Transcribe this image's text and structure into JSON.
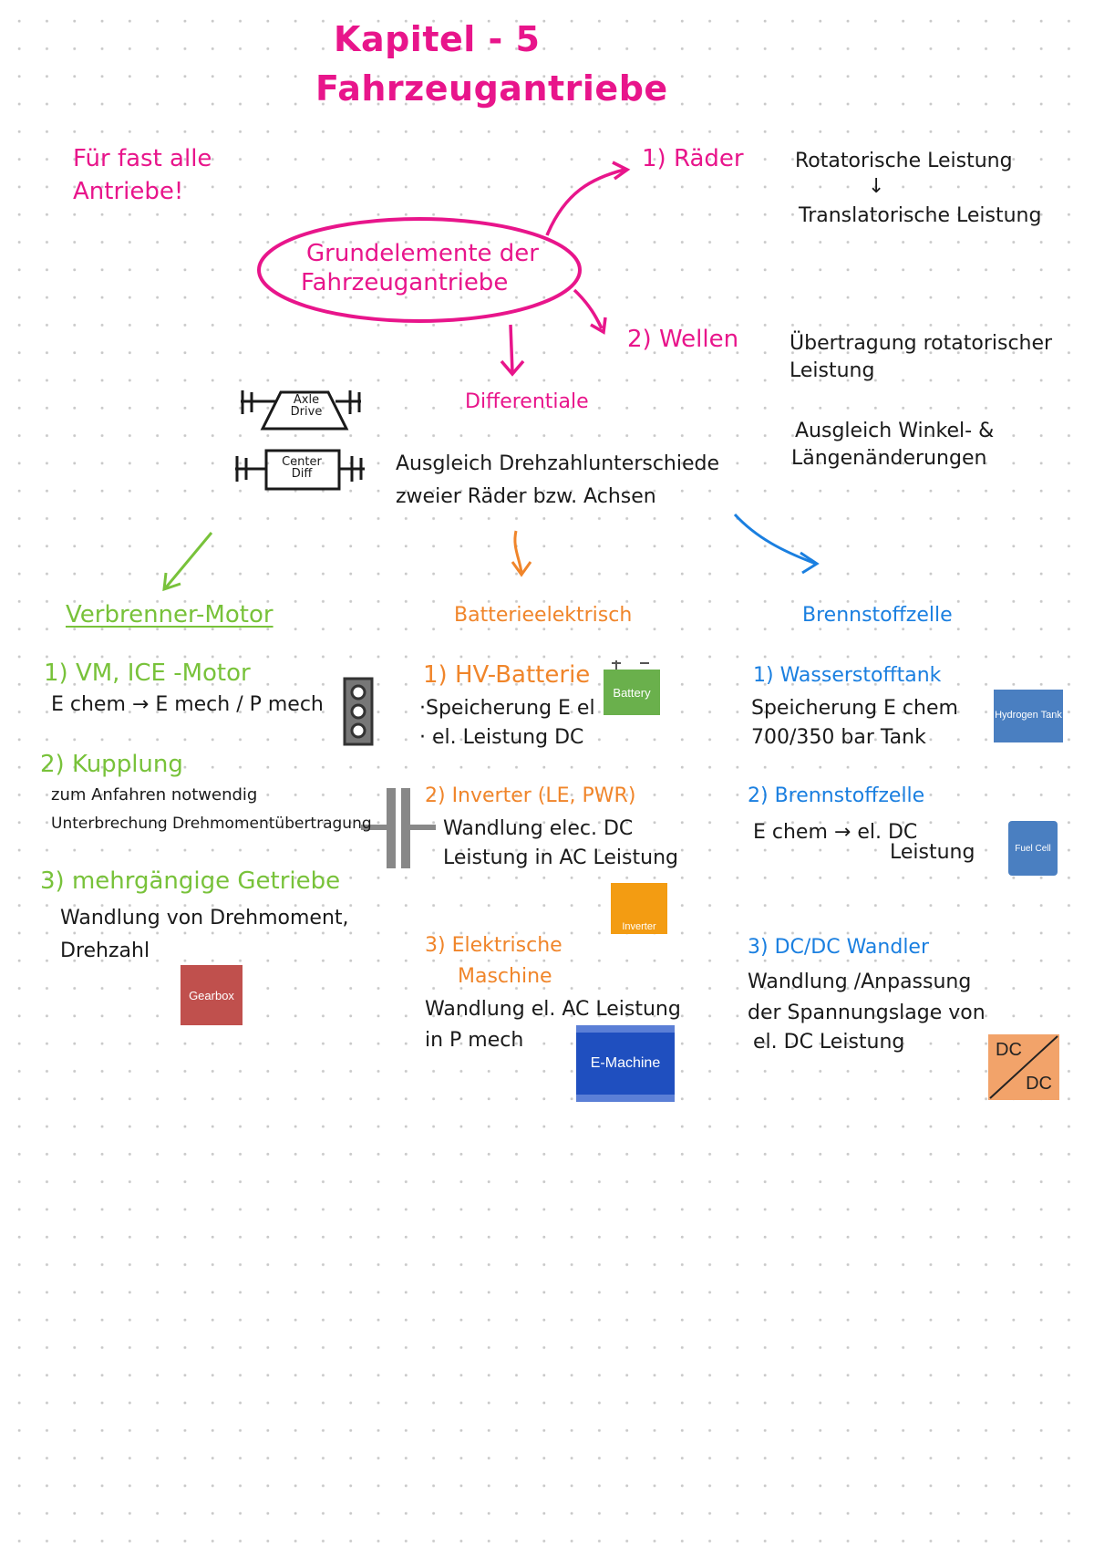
{
  "title": {
    "line1": "Kapitel - 5",
    "line2": "Fahrzeugantriebe"
  },
  "note": {
    "line1": "Für fast alle",
    "line2": "Antriebe!"
  },
  "center": {
    "line1": "Grundelemente der",
    "line2": "Fahrzeugantriebe"
  },
  "raeder": {
    "label": "1) Räder",
    "desc1": "Rotatorische Leistung",
    "arrow": "↓",
    "desc2": "Translatorische Leistung"
  },
  "wellen": {
    "label": "2) Wellen",
    "desc1": "Übertragung rotatorischer",
    "desc2": "Leistung",
    "desc3": "Ausgleich Winkel- &",
    "desc4": "Längenänderungen"
  },
  "differential": {
    "label": "Differentiale",
    "desc1": "Ausgleich Drehzahlunterschiede",
    "desc2": "zweier Räder bzw. Achsen",
    "axle_drive": "Axle Drive",
    "center_diff": "Center Diff"
  },
  "columns": {
    "ice": {
      "heading": "Verbrenner-Motor",
      "item1_title": "1) VM, ICE -Motor",
      "item1_desc": "E chem → E mech / P mech",
      "item2_title": "2) Kupplung",
      "item2_desc1": "zum Anfahren notwendig",
      "item2_desc2": "Unterbrechung Drehmomentübertragung",
      "item3_title": "3) mehrgängige Getriebe",
      "item3_desc1": "Wandlung von Drehmoment,",
      "item3_desc2": "Drehzahl",
      "gearbox_label": "Gearbox"
    },
    "bev": {
      "heading": "Batterieelektrisch",
      "item1_title": "1) HV-Batterie",
      "item1_desc1": "·Speicherung E el",
      "item1_desc2": "· el. Leistung DC",
      "item2_title": "2) Inverter (LE, PWR)",
      "item2_desc1": "Wandlung elec. DC",
      "item2_desc2": "Leistung in AC Leistung",
      "item3_title1": "3) Elektrische",
      "item3_title2": "Maschine",
      "item3_desc1": "Wandlung el. AC Leistung",
      "item3_desc2": "in P mech",
      "battery_label": "Battery",
      "inverter_label": "Inverter",
      "emachine_label": "E-Machine"
    },
    "fc": {
      "heading": "Brennstoffzelle",
      "item1_title": "1) Wasserstofftank",
      "item1_desc1": "Speicherung E chem",
      "item1_desc2": "700/350 bar Tank",
      "item2_title": "2) Brennstoffzelle",
      "item2_desc1": "E chem → el. DC",
      "item2_desc2": "Leistung",
      "item3_title": "3) DC/DC Wandler",
      "item3_desc1": "Wandlung /Anpassung",
      "item3_desc2": "der Spannungslage von",
      "item3_desc3": "el. DC Leistung",
      "tank_label": "Hydrogen Tank",
      "fuelcell_label": "Fuel Cell",
      "dcdc_top": "DC",
      "dcdc_bottom": "DC"
    }
  },
  "colors": {
    "pink": "#e8158b",
    "orange": "#f0852a",
    "green": "#78c23a",
    "blue": "#1a7fe0",
    "battery": "#6ab04c",
    "inverter": "#f39c12",
    "emachine": "#1f4fbf",
    "gearbox": "#c0504d",
    "tank": "#4a7fc1",
    "fuelcell": "#4a7fc1",
    "dcdc": "#f2a36a"
  }
}
